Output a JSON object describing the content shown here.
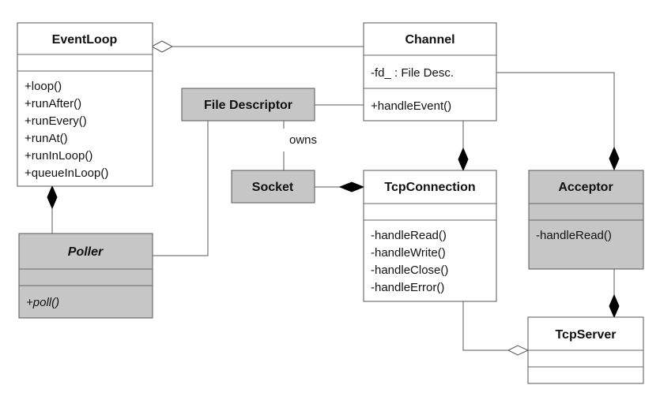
{
  "classes": {
    "eventloop": {
      "name": "EventLoop",
      "attributes": [],
      "methods": [
        "+loop()",
        "+runAfter()",
        "+runEvery()",
        "+runAt()",
        "+runInLoop()",
        "+queueInLoop()"
      ]
    },
    "channel": {
      "name": "Channel",
      "attributes": [
        "-fd_ : File Desc."
      ],
      "methods": [
        "+handleEvent()"
      ]
    },
    "filedescriptor": {
      "name": "File Descriptor"
    },
    "socket": {
      "name": "Socket"
    },
    "tcpconnection": {
      "name": "TcpConnection",
      "attributes": [],
      "methods": [
        "-handleRead()",
        "-handleWrite()",
        "-handleClose()",
        "-handleError()"
      ]
    },
    "acceptor": {
      "name": "Acceptor",
      "attributes": [],
      "methods": [
        "-handleRead()"
      ]
    },
    "poller": {
      "name": "Poller",
      "attributes": [],
      "methods": [
        "+poll()"
      ]
    },
    "tcpserver": {
      "name": "TcpServer",
      "attributes": [],
      "methods": []
    }
  },
  "labels": {
    "owns": "owns"
  },
  "colors": {
    "shaded_fill": "#c6c6c6",
    "plain_fill": "#ffffff",
    "line": "#5a5a5a"
  },
  "relations": [
    {
      "from": "EventLoop",
      "to": "Channel",
      "kind": "aggregation"
    },
    {
      "from": "Channel",
      "to": "File Descriptor",
      "kind": "association"
    },
    {
      "from": "File Descriptor",
      "to": "Socket",
      "kind": "association",
      "label": "owns"
    },
    {
      "from": "File Descriptor",
      "to": "Poller",
      "kind": "association"
    },
    {
      "from": "EventLoop",
      "to": "Poller",
      "kind": "composition"
    },
    {
      "from": "TcpConnection",
      "to": "Channel",
      "kind": "composition"
    },
    {
      "from": "TcpConnection",
      "to": "Socket",
      "kind": "composition"
    },
    {
      "from": "Acceptor",
      "to": "Channel",
      "kind": "composition"
    },
    {
      "from": "TcpServer",
      "to": "Acceptor",
      "kind": "composition"
    },
    {
      "from": "TcpServer",
      "to": "TcpConnection",
      "kind": "aggregation"
    }
  ]
}
